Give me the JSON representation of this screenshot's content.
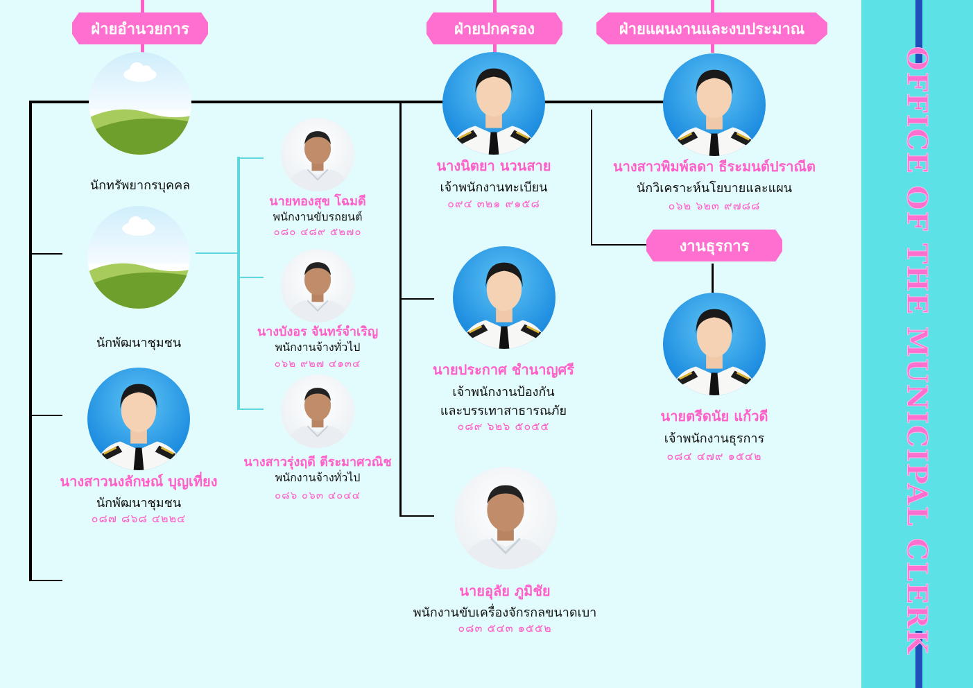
{
  "side_title": "OFFICE OF THE MUNICIPAL CLERK",
  "departments": {
    "admin": "ฝ่ายอำนวยการ",
    "governance": "ฝ่ายปกครอง",
    "planning": "ฝ่ายแผนงานและงบประมาณ",
    "general_affairs": "งานธุรการ"
  },
  "people": {
    "hr_officer": {
      "title": "นักทรัพยากรบุคคล"
    },
    "community_dev_vacant": {
      "title": "นักพัฒนาชุมชน"
    },
    "community_dev": {
      "name": "นางสาวนงลักษณ์ บุญเที่ยง",
      "title": "นักพัฒนาชุมชน",
      "phone": "๐๘๗ ๘๖๘ ๔๒๒๔"
    },
    "driver": {
      "name": "นายทองสุข โฉมดี",
      "title": "พนักงานขับรถยนต์",
      "phone": "๐๘๐ ๔๘๙ ๕๒๗๐"
    },
    "general_worker_1": {
      "name": "นางบังอร จันทร์จำเริญ",
      "title": "พนักงานจ้างทั่วไป",
      "phone": "๐๖๒ ๙๒๗ ๔๑๓๔"
    },
    "general_worker_2": {
      "name": "นางสาวรุ่งฤดี ตีระมาศวณิช",
      "title": "พนักงานจ้างทั่วไป",
      "phone": "๐๘๖ ๐๖๓ ๔๐๔๔"
    },
    "registrar": {
      "name": "นางนิตยา นวนสาย",
      "title": "เจ้าพนักงานทะเบียน",
      "phone": "๐๙๔ ๓๒๑ ๙๑๕๘"
    },
    "disaster_officer": {
      "name": "นายประกาศ ชำนาญศรี",
      "title_line1": "เจ้าพนักงานป้องกัน",
      "title_line2": "และบรรเทาสาธารณภัย",
      "phone": "๐๘๙ ๖๒๖ ๕๐๕๕"
    },
    "machine_operator": {
      "name": "นายอุลัย ภูมิชัย",
      "title": "พนักงานขับเครื่องจักรกลขนาดเบา",
      "phone": "๐๘๓ ๕๔๓ ๑๕๕๒"
    },
    "policy_analyst": {
      "name": "นางสาวพิมพ์ลดา ธีระมนต์ปราณีต",
      "title": "นักวิเคราะห์นโยบายและแผน",
      "phone": "๐๖๒ ๖๒๓ ๙๗๘๘"
    },
    "clerk": {
      "name": "นายตรีดนัย แก้วดี",
      "title": "เจ้าพนักงานธุรการ",
      "phone": "๐๘๔ ๔๗๙ ๑๕๔๒"
    }
  }
}
